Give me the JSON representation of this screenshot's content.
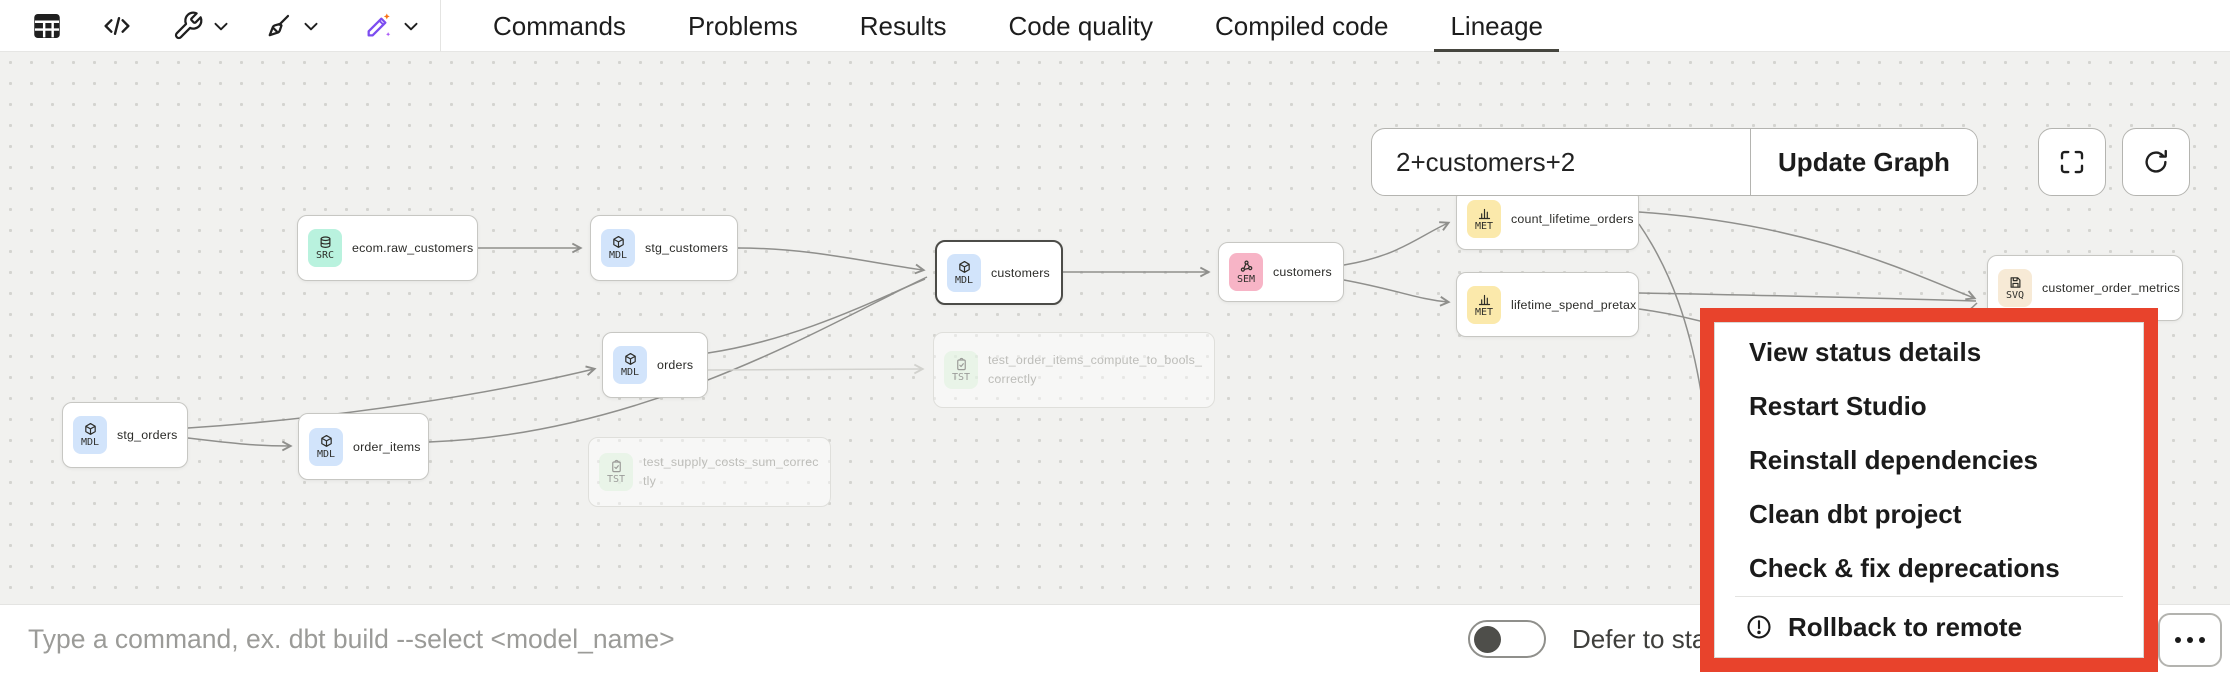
{
  "toolbar": {
    "icon_buttons": [
      {
        "id": "table",
        "name": "data-table"
      },
      {
        "id": "code",
        "name": "code"
      },
      {
        "id": "wrench",
        "name": "build-tools",
        "has_dropdown": true
      },
      {
        "id": "broom",
        "name": "cleanup",
        "has_dropdown": true
      },
      {
        "id": "wand",
        "name": "ai-assist",
        "has_dropdown": true
      }
    ],
    "tabs": [
      {
        "label": "Commands",
        "active": false
      },
      {
        "label": "Problems",
        "active": false
      },
      {
        "label": "Results",
        "active": false
      },
      {
        "label": "Code quality",
        "active": false
      },
      {
        "label": "Compiled code",
        "active": false
      },
      {
        "label": "Lineage",
        "active": true
      }
    ]
  },
  "lineage": {
    "selector_value": "2+customers+2",
    "update_button_label": "Update Graph",
    "badge_colors": {
      "SRC": "#b9f2de",
      "MDL": "#d2e4fb",
      "SEM": "#f7b4c6",
      "MET": "#fbe9ab",
      "SVQ": "#f7ead6",
      "TST": "#d9f2d9"
    },
    "nodes": [
      {
        "id": "ecom_raw_customers",
        "type": "SRC",
        "label": "ecom.raw_customers"
      },
      {
        "id": "stg_customers",
        "type": "MDL",
        "label": "stg_customers"
      },
      {
        "id": "customers_model",
        "type": "MDL",
        "label": "customers",
        "selected": true
      },
      {
        "id": "customers_semantic",
        "type": "SEM",
        "label": "customers"
      },
      {
        "id": "count_lifetime_orders",
        "type": "MET",
        "label": "count_lifetime_orders"
      },
      {
        "id": "lifetime_spend_pretax",
        "type": "MET",
        "label": "lifetime_spend_pretax"
      },
      {
        "id": "customer_order_metrics",
        "type": "SVQ",
        "label": "customer_order_metrics"
      },
      {
        "id": "orders",
        "type": "MDL",
        "label": "orders"
      },
      {
        "id": "order_items",
        "type": "MDL",
        "label": "order_items"
      },
      {
        "id": "stg_orders",
        "type": "MDL",
        "label": "stg_orders"
      },
      {
        "id": "test_order_items",
        "type": "TST",
        "label": "test_order_items_compute_to_bools_correctly",
        "faded": true
      },
      {
        "id": "test_supply_costs",
        "type": "TST",
        "label": "test_supply_costs_sum_correctly",
        "faded": true
      }
    ]
  },
  "context_menu": {
    "highlight_color": "#e8432c",
    "items": [
      "View status details",
      "Restart Studio",
      "Reinstall dependencies",
      "Clean dbt project",
      "Check & fix deprecations"
    ],
    "footer_item": {
      "label": "Rollback to remote",
      "icon": "alert-circle"
    }
  },
  "command_bar": {
    "placeholder": "Type a command, ex. dbt build --select <model_name>",
    "defer_toggle": {
      "state": "off",
      "label": "Defer to sta"
    }
  }
}
